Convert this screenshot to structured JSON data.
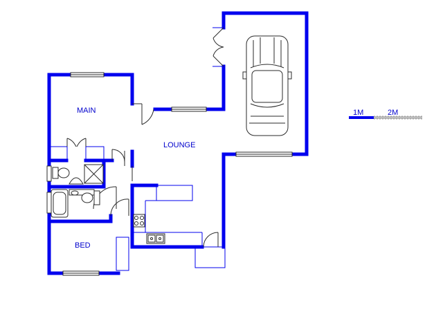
{
  "rooms": {
    "main": "MAIN",
    "lounge": "LOUNGE",
    "bed": "BED"
  },
  "scale_bar": {
    "label_1": "1M",
    "label_2": "2M"
  },
  "colors": {
    "walls": "#0000ee",
    "fixtures": "#2a2a2a",
    "background": "#ffffff"
  }
}
